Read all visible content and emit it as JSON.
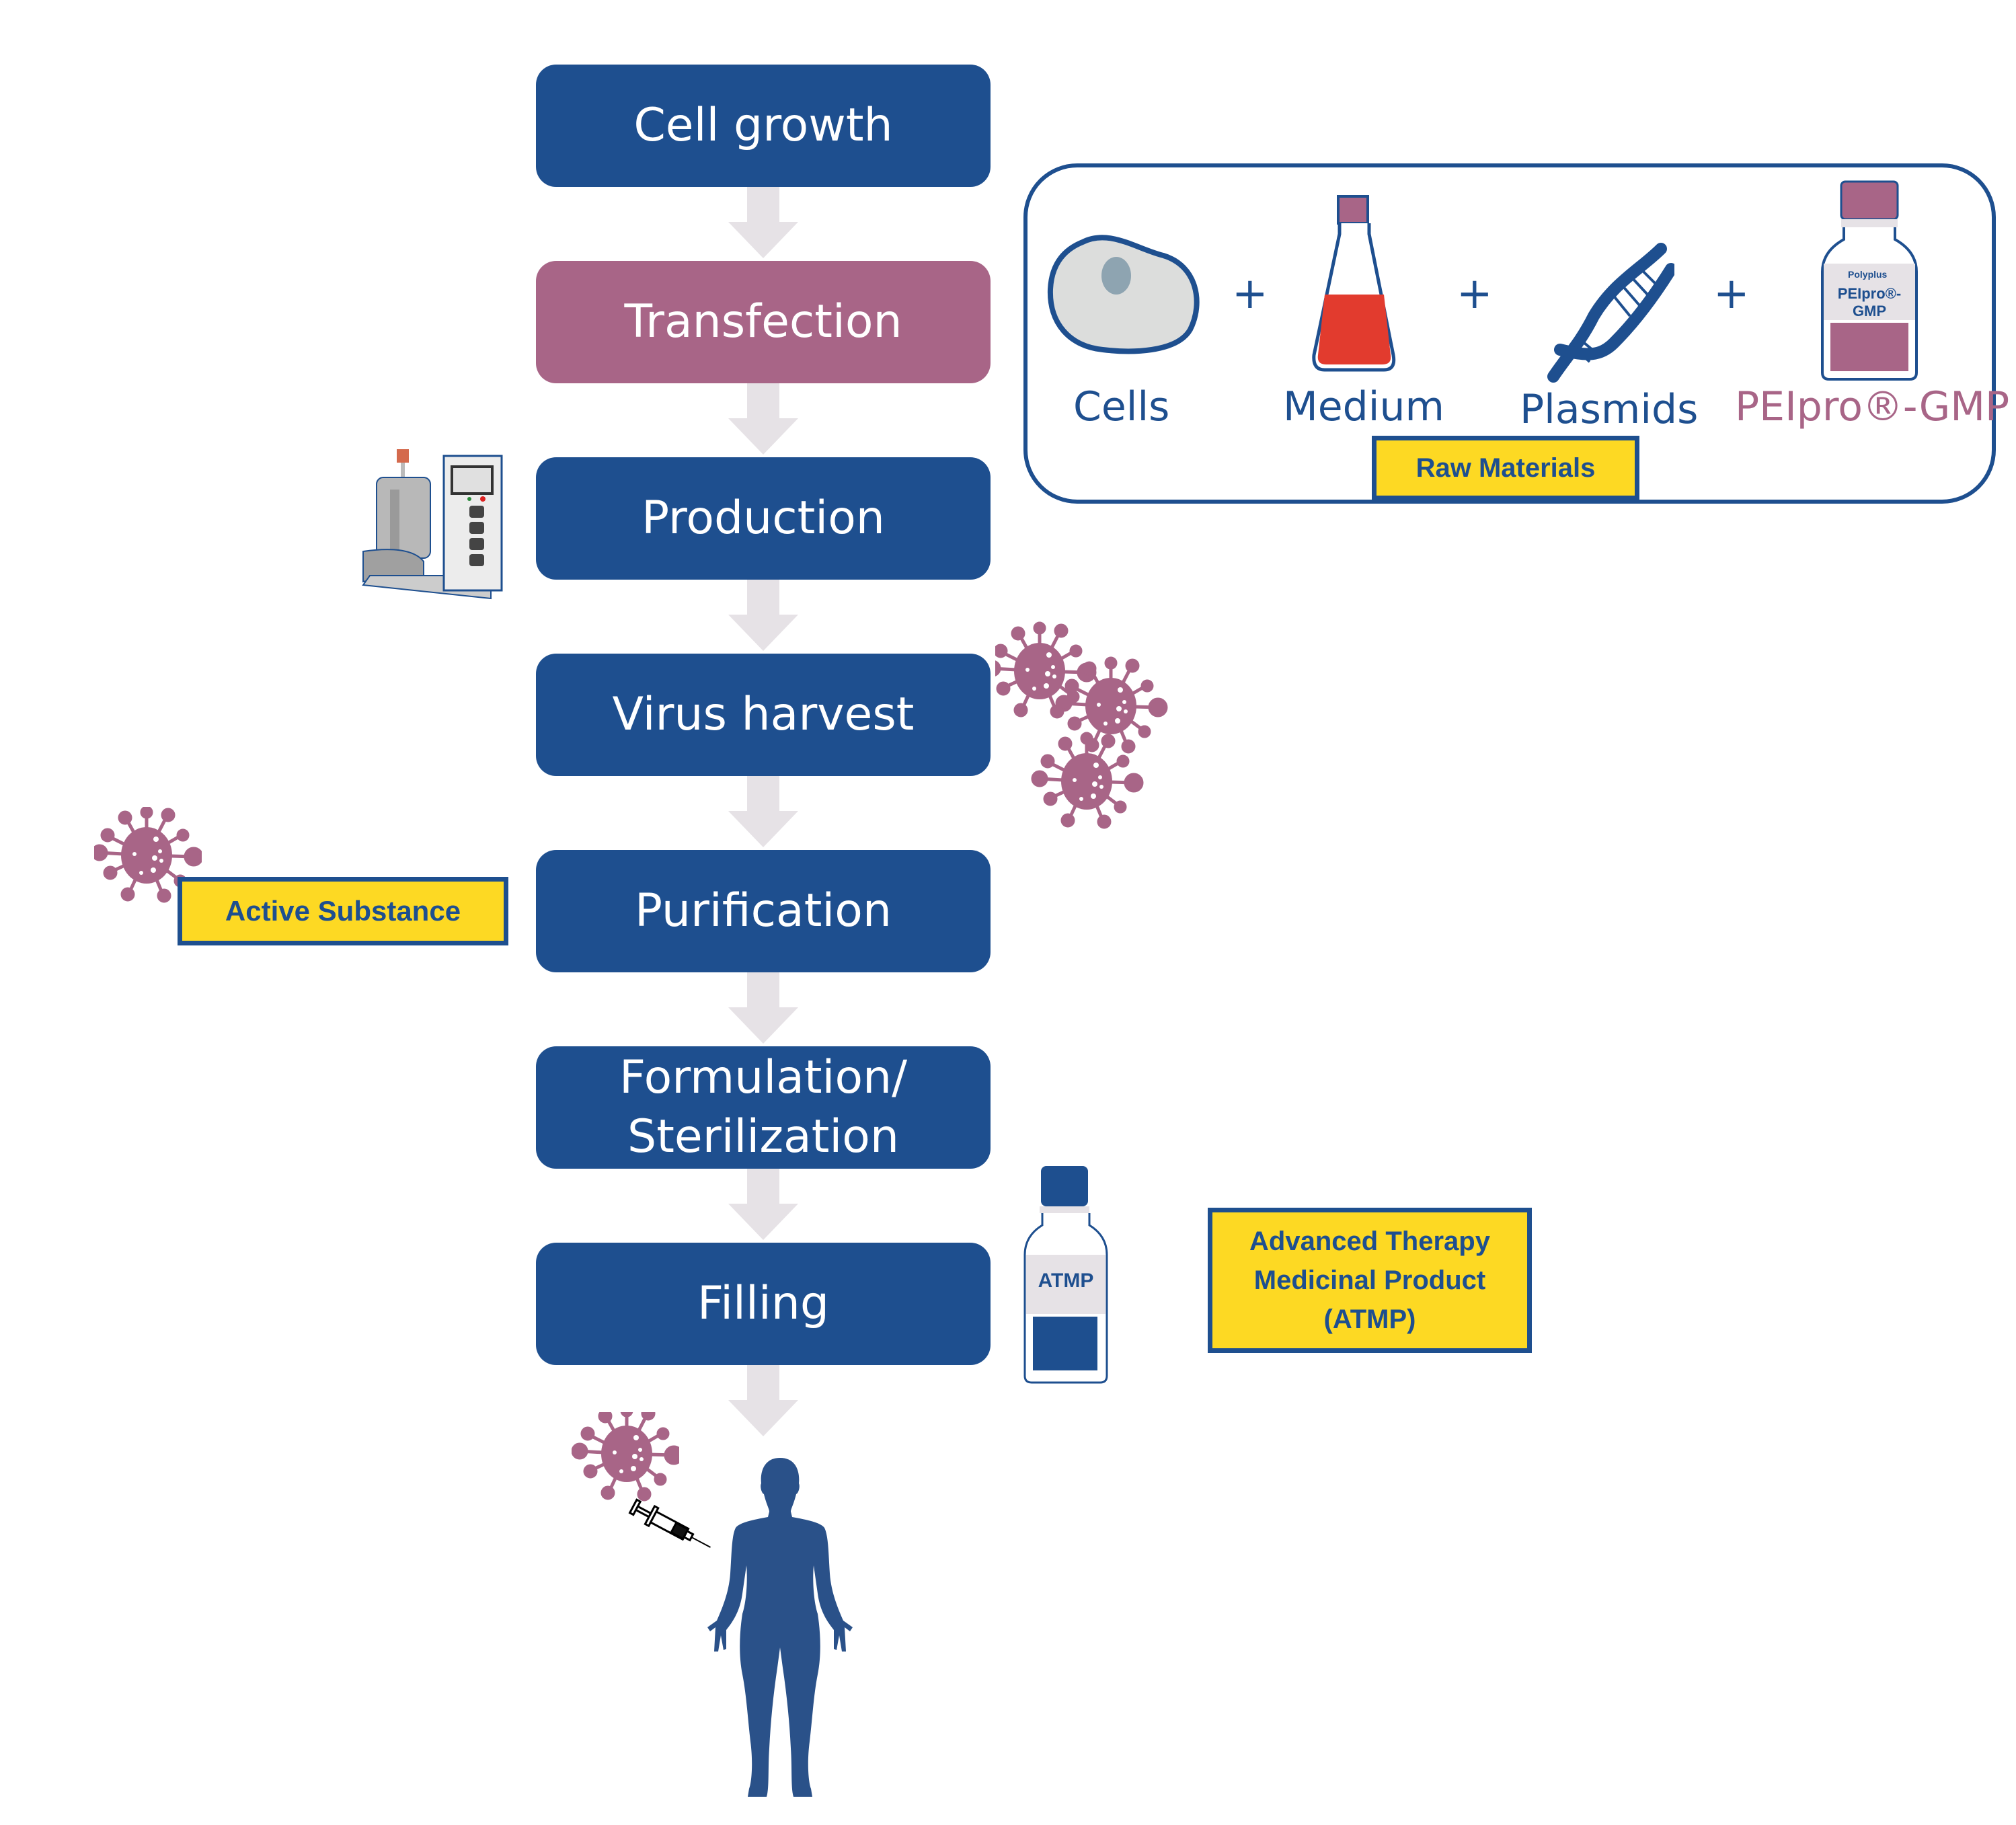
{
  "colors": {
    "step_blue": "#1e4f8f",
    "step_accent": "#a86587",
    "arrow_grey": "#e6e2e6",
    "label_yellow": "#fdd923",
    "virus_mauve": "#a86587",
    "medium_red": "#e23b2e"
  },
  "process_steps": [
    {
      "label": "Cell growth",
      "highlight": false
    },
    {
      "label": "Transfection",
      "highlight": true
    },
    {
      "label": "Production",
      "highlight": false
    },
    {
      "label": "Virus harvest",
      "highlight": false
    },
    {
      "label": "Purification",
      "highlight": false
    },
    {
      "label": "Formulation/\nSterilization",
      "line1": "Formulation/",
      "line2": "Sterilization",
      "highlight": false
    },
    {
      "label": "Filling",
      "highlight": false
    }
  ],
  "raw_materials": {
    "title": "Raw Materials",
    "operator": "+",
    "items": [
      {
        "label": "Cells",
        "icon": "cell-icon"
      },
      {
        "label": "Medium",
        "icon": "flask-icon"
      },
      {
        "label": "Plasmids",
        "icon": "dna-icon"
      },
      {
        "label": "PEIpro®-GMP",
        "icon": "reagent-bottle-icon"
      }
    ],
    "bottle_brand": "Polyplus",
    "bottle_product": "PEIpro®-GMP"
  },
  "annotations": {
    "active_substance": "Active Substance",
    "atmp_bottle_label": "ATMP",
    "atmp_line1": "Advanced Therapy",
    "atmp_line2": "Medicinal Product",
    "atmp_line3": "(ATMP)"
  },
  "icons": {
    "bioreactor": "bioreactor-icon",
    "virus": "virus-icon",
    "syringe": "syringe-icon",
    "human": "human-body-icon"
  }
}
